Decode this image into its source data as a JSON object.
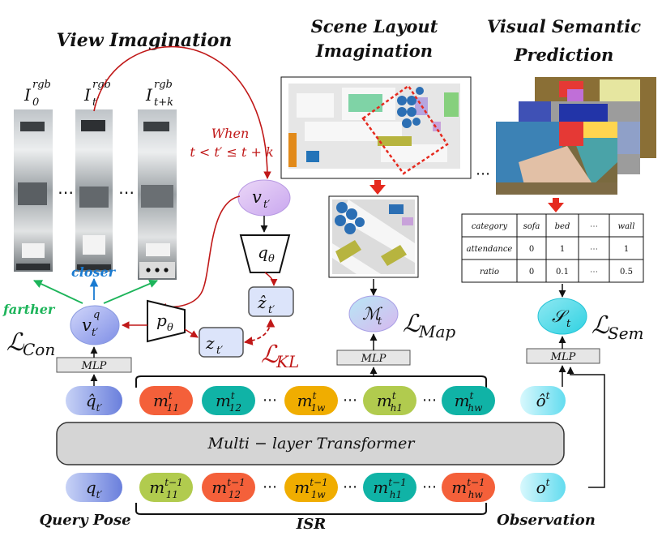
{
  "titles": {
    "view": "View Imagination",
    "layout_line1": "Scene Layout",
    "layout_line2": "Imagination",
    "semantic_line1": "Visual Semantic",
    "semantic_line2": "Prediction",
    "query_pose": "Query Pose",
    "isr": "ISR",
    "observation": "Observation"
  },
  "labels": {
    "transformer": "Multi − layer Transformer",
    "mlp": "MLP",
    "farther": "farther",
    "closer": "closer",
    "when_line1": "When",
    "when_line2": "t < t′ ≤ t + k",
    "ellipsis": "⋯",
    "l_con": "Con",
    "l_map": "Map",
    "l_sem": "Sem",
    "l_kl": "KL",
    "script_L": "ℒ"
  },
  "images": {
    "i0": {
      "base": "I",
      "sub": "0",
      "sup": "rgb"
    },
    "it": {
      "base": "I",
      "sub": "t′",
      "sup": "rgb"
    },
    "itk": {
      "base": "I",
      "sub": "t+k",
      "sup": "rgb"
    }
  },
  "nodes": {
    "v_tp": {
      "base": "v",
      "sub": "t′"
    },
    "v_q": {
      "base": "v",
      "sub": "t′",
      "sup": "q"
    },
    "q_theta": {
      "base": "q",
      "sub": "θ"
    },
    "p_theta": {
      "base": "p",
      "sub": "θ"
    },
    "z_hat": {
      "base": "ẑ",
      "sub": "t′"
    },
    "z": {
      "base": "z",
      "sub": "t′"
    },
    "m_t": {
      "base": "ℳ",
      "sub": "t"
    },
    "s_t": {
      "base": "𝒮",
      "sub": "t"
    }
  },
  "pills_top": [
    {
      "base": "q̂",
      "sub": "t′",
      "sup": "",
      "color": "#8c9fe3"
    },
    {
      "base": "m",
      "sub": "11",
      "sup": "t",
      "color": "#f4603a"
    },
    {
      "base": "m",
      "sub": "12",
      "sup": "t",
      "color": "#10b3a6"
    },
    {
      "base": "m",
      "sub": "1w",
      "sup": "t",
      "color": "#f0ad00"
    },
    {
      "base": "m",
      "sub": "h1",
      "sup": "t",
      "color": "#b1cb4e"
    },
    {
      "base": "m",
      "sub": "hw",
      "sup": "t",
      "color": "#10b3a6"
    },
    {
      "base": "ô",
      "sub": "",
      "sup": "t",
      "color": "#8ee6f2"
    }
  ],
  "pills_bottom": [
    {
      "base": "q",
      "sub": "t′",
      "sup": "",
      "color": "#8c9fe3"
    },
    {
      "base": "m",
      "sub": "11",
      "sup": "t−1",
      "color": "#b1cb4e"
    },
    {
      "base": "m",
      "sub": "12",
      "sup": "t−1",
      "color": "#f4603a"
    },
    {
      "base": "m",
      "sub": "1w",
      "sup": "t−1",
      "color": "#f0ad00"
    },
    {
      "base": "m",
      "sub": "h1",
      "sup": "t−1",
      "color": "#10b3a6"
    },
    {
      "base": "m",
      "sub": "hw",
      "sup": "t−1",
      "color": "#f4603a"
    },
    {
      "base": "o",
      "sub": "",
      "sup": "t",
      "color": "#8ee6f2"
    }
  ],
  "table": {
    "header": [
      "category",
      "sofa",
      "bed",
      "⋯",
      "wall"
    ],
    "rows": [
      [
        "attendance",
        "0",
        "1",
        "⋯",
        "1"
      ],
      [
        "ratio",
        "0",
        "0.1",
        "⋯",
        "0.5"
      ]
    ]
  },
  "colors": {
    "green_arrow": "#1db45a",
    "blue_arrow": "#1a7bd1",
    "red_arrow": "#c01818",
    "map_red": "#e52a1f",
    "transformer_fill": "#d5d5d5"
  }
}
